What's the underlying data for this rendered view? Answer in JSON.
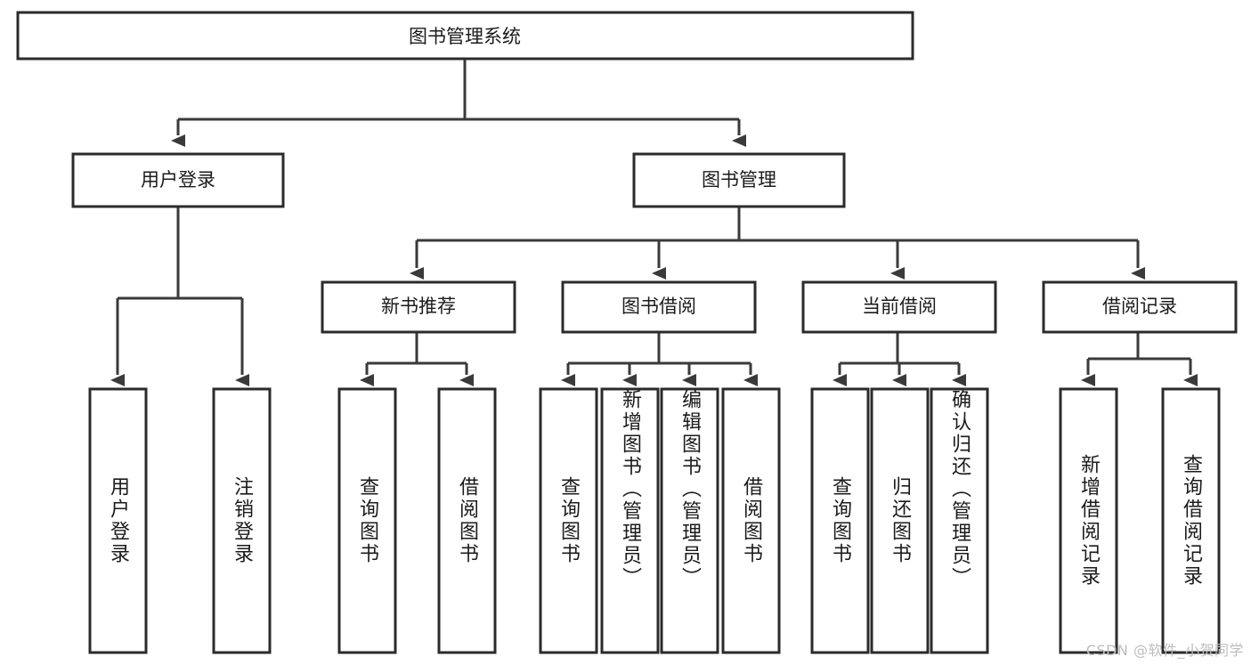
{
  "diagram": {
    "type": "tree-hierarchy",
    "title": "图书管理系统",
    "watermark": "CSDN @软件_小贺同学",
    "colors": {
      "box_stroke": "#2b2b2b",
      "connector": "#3a3a3a",
      "box_fill": "#ffffff",
      "text": "#1b1b1b",
      "watermark": "#bdbdbd",
      "background": "#ffffff"
    },
    "root": {
      "id": "root",
      "label": "图书管理系统",
      "orientation": "horizontal"
    },
    "level2": [
      {
        "id": "user-login",
        "label": "用户登录",
        "orientation": "horizontal"
      },
      {
        "id": "book-management",
        "label": "图书管理",
        "orientation": "horizontal"
      }
    ],
    "level3": [
      {
        "id": "new-book-recommend",
        "label": "新书推荐",
        "orientation": "horizontal",
        "parent": "book-management"
      },
      {
        "id": "book-borrow",
        "label": "图书借阅",
        "orientation": "horizontal",
        "parent": "book-management"
      },
      {
        "id": "current-borrow",
        "label": "当前借阅",
        "orientation": "horizontal",
        "parent": "book-management"
      },
      {
        "id": "borrow-record",
        "label": "借阅记录",
        "orientation": "horizontal",
        "parent": "book-management"
      }
    ],
    "leaves": [
      {
        "id": "leaf-user-login",
        "label": "用户登录",
        "parent": "user-login",
        "orientation": "vertical",
        "align": "middle"
      },
      {
        "id": "leaf-logout-login",
        "label": "注销登录",
        "parent": "user-login",
        "orientation": "vertical",
        "align": "middle"
      },
      {
        "id": "leaf-query-book-1",
        "label": "查询图书",
        "parent": "new-book-recommend",
        "orientation": "vertical",
        "align": "middle"
      },
      {
        "id": "leaf-borrow-book-1",
        "label": "借阅图书",
        "parent": "new-book-recommend",
        "orientation": "vertical",
        "align": "middle"
      },
      {
        "id": "leaf-query-book-2",
        "label": "查询图书",
        "parent": "book-borrow",
        "orientation": "vertical",
        "align": "middle"
      },
      {
        "id": "leaf-add-book-admin",
        "label": "新增图书（管理员）",
        "parent": "book-borrow",
        "orientation": "vertical",
        "align": "top"
      },
      {
        "id": "leaf-edit-book-admin",
        "label": "编辑图书（管理员）",
        "parent": "book-borrow",
        "orientation": "vertical",
        "align": "top"
      },
      {
        "id": "leaf-borrow-book-2",
        "label": "借阅图书",
        "parent": "book-borrow",
        "orientation": "vertical",
        "align": "middle"
      },
      {
        "id": "leaf-query-book-3",
        "label": "查询图书",
        "parent": "current-borrow",
        "orientation": "vertical",
        "align": "middle"
      },
      {
        "id": "leaf-return-book",
        "label": "归还图书",
        "parent": "current-borrow",
        "orientation": "vertical",
        "align": "middle"
      },
      {
        "id": "leaf-confirm-return-admin",
        "label": "确认归还（管理员）",
        "parent": "current-borrow",
        "orientation": "vertical",
        "align": "top"
      },
      {
        "id": "leaf-add-borrow-record",
        "label": "新增借阅记录",
        "parent": "borrow-record",
        "orientation": "vertical",
        "align": "middle"
      },
      {
        "id": "leaf-query-borrow-record",
        "label": "查询借阅记录",
        "parent": "borrow-record",
        "orientation": "vertical",
        "align": "middle"
      }
    ]
  }
}
